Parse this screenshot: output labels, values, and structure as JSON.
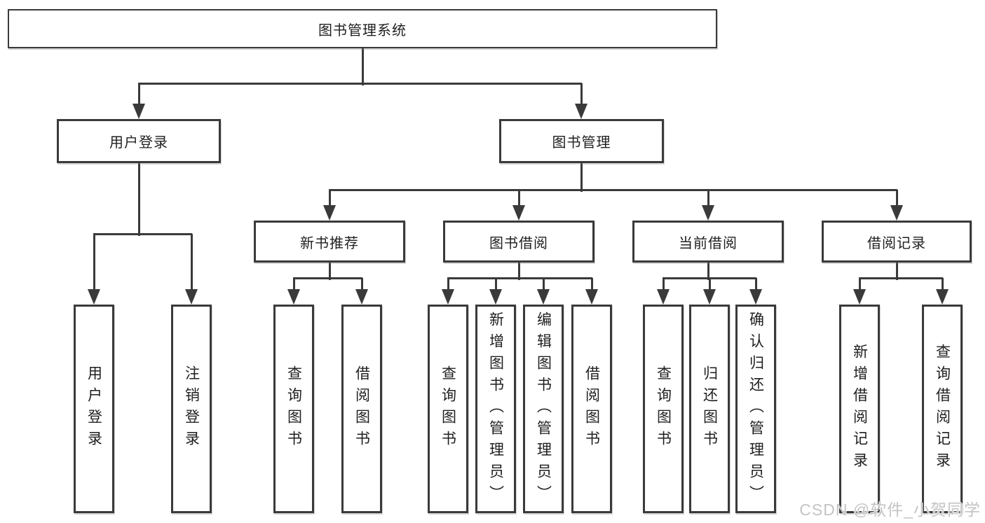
{
  "diagram": {
    "root": {
      "label": "图书管理系统"
    },
    "level2": {
      "user_login": {
        "label": "用户登录"
      },
      "book_mgmt": {
        "label": "图书管理"
      }
    },
    "level3": {
      "new_books": {
        "label": "新书推荐"
      },
      "book_borrow": {
        "label": "图书借阅"
      },
      "current_borrow": {
        "label": "当前借阅"
      },
      "borrow_records": {
        "label": "借阅记录"
      }
    },
    "leaves": {
      "user_login": [
        "用户登录",
        "注销登录"
      ],
      "new_books": [
        "查询图书",
        "借阅图书"
      ],
      "book_borrow": [
        "查询图书",
        "新增图书（管理员）",
        "编辑图书（管理员）",
        "借阅图书"
      ],
      "current_borrow": [
        "查询图书",
        "归还图书",
        "确认归还（管理员）"
      ],
      "borrow_records": [
        "新增借阅记录",
        "查询借阅记录"
      ]
    },
    "watermark": "CSDN @软件_小贺同学",
    "colors": {
      "line": "#3a3a3a",
      "text": "#1f1f1f",
      "watermark": "#c4c4c4",
      "background": "#ffffff"
    }
  }
}
